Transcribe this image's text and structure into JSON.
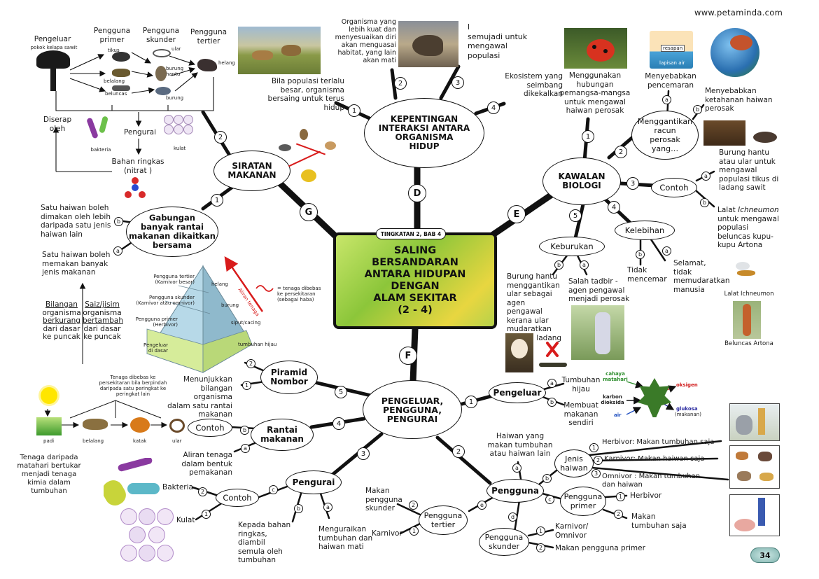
{
  "website": "www.petaminda.com",
  "page_number": "34",
  "center": {
    "tag": "TINGKATAN 2, BAB 4",
    "title": "SALING\nBERSANDARAN\nANTARA HIDUPAN\nDENGAN\nALAM SEKITAR\n(2 - 4)"
  },
  "branch_letters": {
    "d": "D",
    "e": "E",
    "f": "F",
    "g": "G"
  },
  "kepentingan": {
    "title": "KEPENTINGAN\nINTERAKSI ANTARA\nORGANISMA\nHIDUP",
    "p1": "Bila populasi terlalu\nbesar, organisma\nbersaing untuk terus\nhidup",
    "p2": "Organisma yang\nlebih kuat dan\nmenyesuaikan diri\nakan menguasai\nhabitat, yang lain\nakan mati",
    "p3": "l\nsemujadi untuk\nmengawal\npopulasi",
    "p4": "Ekosistem yang\nseimbang\ndikekalkan"
  },
  "kawalan": {
    "title": "KAWALAN\nBIOLOGI",
    "p1": "Menggunakan\nhubungan\npemangsa-mangsa\nuntuk mengawal\nhaiwan perosak",
    "ganti": "Menggantikan\nracun\nperosak\nyang…",
    "ganti_a": "Menyebabkan\npencemaran",
    "ganti_b": "Menyebabkan\nketahanan haiwan\nperosak",
    "resapan": "resapan",
    "lapisan": "lapisan air",
    "contoh": "Contoh",
    "contoh_a": "Burung hantu\natau ular untuk\nmengawal\npopulasi tikus di\nladang sawit",
    "contoh_b1": "Lalat ",
    "contoh_b_italic": "Ichneumon",
    "contoh_b2": "untuk mengawal\npopulasi\nbeluncas kupu-\nkupu Artona",
    "lalat_caption": "Lalat Ichneumon",
    "beluncas_caption": "Beluncas Artona",
    "kelebihan": "Kelebihan",
    "kel_a": "Selamat,\ntidak\nmemudaratkan\nmanusia",
    "kel_b": "Tidak\nmencemar",
    "keburukan": "Keburukan",
    "keb_a": "Salah tadbir -\nagen pengawal\nmenjadi perosak",
    "keb_b": "Burung hantu\nmenggantikan\nular sebagai\nagen pengawal\nkerana ular\nmudaratkan\npekerja ladang"
  },
  "siratan": {
    "title": "SIRATAN\nMAKANAN",
    "pengeluar": "Pengeluar",
    "pokok": "pokok kelapa sawit",
    "primer": "Pengguna\nprimer",
    "skunder": "Pengguna\nskunder",
    "tertier": "Pengguna\ntertier",
    "tikus": "tikus",
    "belalang": "belalang",
    "beluncas": "beluncas",
    "ular": "ular",
    "burung_hantu": "burung\nhantu",
    "burung": "burung",
    "helang": "helang",
    "diserap": "Diserap\noleh",
    "pengurai": "Pengurai",
    "bakteria": "bakteria",
    "kulat": "kulat",
    "bahan": "Bahan ringkas\n(nitrat )"
  },
  "gabungan": {
    "title": "Gabungan\nbanyak rantai\nmakanan dikaitkan\nbersama",
    "b": "Satu haiwan boleh\ndimakan oleh lebih\ndaripada satu jenis\nhaiwan lain",
    "a": "Satu haiwan boleh\nmemakan banyak\njenis makanan"
  },
  "piramid": {
    "title": "Piramid\nNombor",
    "desc": "Menunjukkan\nbilangan organisma\ndalam satu rantai\nmakanan",
    "tertier": "Pengguna tertier\n(Karnivor besar)",
    "skunder": "Pengguna skunder\n(Karnivor atau omnivor)",
    "primer": "Pengguna primer\n(Herbivor)",
    "pengeluar": "Pengeluar\ndi dasar",
    "helang": "helang",
    "burung": "burung",
    "siput": "siput/cacing",
    "tumbuhan": "tumbuhan hijau",
    "aliran": "Aliran tenaga",
    "legend": "= tenaga dibebas\nke persekitaran\n(sebagai haba)",
    "bil1": "Bilangan",
    "bil2": "organisma",
    "bil3": "berkurang",
    "bil4": "dari dasar\nke puncak",
    "saiz1": "Saiz/jisim",
    "saiz2": "organisma",
    "saiz3": "bertambah",
    "saiz4": "dari dasar\nke puncak"
  },
  "rantai": {
    "title": "Rantai\nmakanan",
    "contoh": "Contoh",
    "aliran": "Aliran tenaga\ndalam bentuk\npemakanan",
    "tenaga_note": "Tenaga dibebas ke\npersekitaran bila berpindah\ndaripada satu peringkat ke\nperingkat lain",
    "padi": "padi",
    "belalang": "belalang",
    "katak": "katak",
    "ular": "ular",
    "tenaga_matahari": "Tenaga daripada\nmatahari bertukar\nmenjadi tenaga\nkimia dalam\ntumbuhan"
  },
  "pengeluar_pengguna": {
    "title": "PENGELUAR,\nPENGGUNA,\nPENGURAI",
    "pengeluar": "Pengeluar",
    "peng_a": "Tumbuhan\nhijau",
    "peng_b": "Membuat\nmakanan\nsendiri",
    "cahaya": "cahaya\nmatahari",
    "karbon": "karbon\ndioksida",
    "oksigen": "oksigen",
    "air": "air",
    "glukosa": "glukosa",
    "makanan": "(makanan)",
    "pengguna": "Pengguna",
    "pengguna_a": "Haiwan yang\nmakan tumbuhan\natau haiwan lain",
    "jenis": "Jenis\nhaiwan",
    "herbivor": "Herbivor: Makan tumbuhan saja",
    "karnivor": "Karnivor: Makan haiwan saja",
    "omnivor": "Omnivor : Makan tumbuhan\ndan haiwan",
    "primer": "Pengguna\nprimer",
    "primer_1": "Herbivor",
    "primer_2": "Makan\ntumbuhan saja",
    "skunder": "Pengguna\nskunder",
    "skunder_1": "Karnivor/\nOmnivor",
    "skunder_2": "Makan pengguna primer",
    "tertier": "Pengguna\ntertier",
    "tertier_1": "Karnivor",
    "tertier_2": "Makan\npengguna\nskunder",
    "pengurai": "Pengurai",
    "pengurai_a": "Menguraikan\ntumbuhan dan\nhaiwan mati",
    "pengurai_b": "Kepada bahan\nringkas, diambil\nsemula oleh\ntumbuhan",
    "contoh": "Contoh",
    "bakteria": "Bakteria",
    "kulat": "Kulat"
  },
  "colors": {
    "cahaya": "#2f8f2f",
    "oksigen": "#d01818",
    "glukosa": "#2a2aa0",
    "air": "#2050c0",
    "arrow_red": "#d81b1b"
  }
}
